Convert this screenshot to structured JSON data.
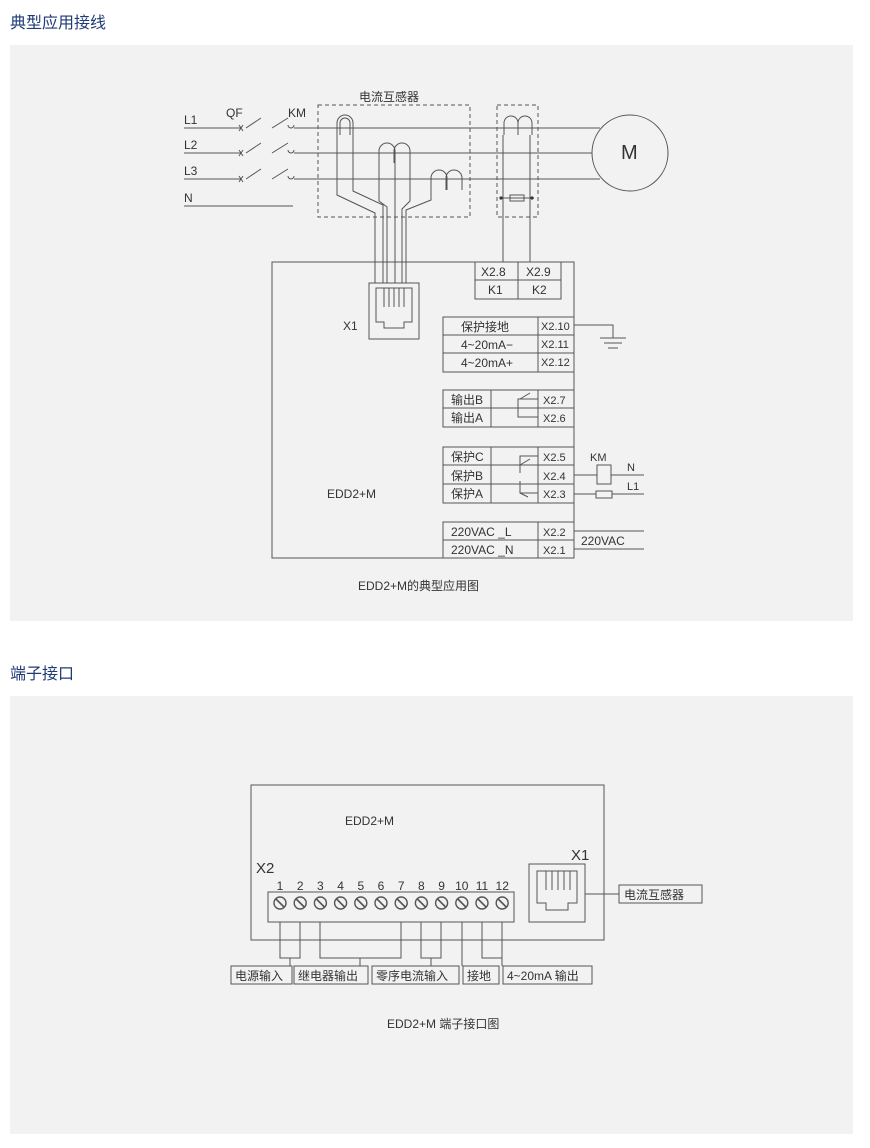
{
  "section1": {
    "heading": "典型应用接线",
    "diagram": {
      "ct_title": "电流互感器",
      "lines": [
        "L1",
        "L2",
        "L3",
        "N"
      ],
      "qf": "QF",
      "km": "KM",
      "motor": "M",
      "x1": "X1",
      "device": "EDD2+M",
      "x28": "X2.8",
      "x29": "X2.9",
      "k1": "K1",
      "k2": "K2",
      "protect_ground": "保护接地",
      "ma_minus": "4~20mA−",
      "ma_plus": "4~20mA+",
      "x210": "X2.10",
      "x211": "X2.11",
      "x212": "X2.12",
      "out_b": "输出B",
      "out_a": "输出A",
      "x27": "X2.7",
      "x26": "X2.6",
      "prot_c": "保护C",
      "prot_b": "保护B",
      "prot_a": "保护A",
      "x25": "X2.5",
      "x24": "X2.4",
      "x23": "X2.3",
      "km_coil": "KM",
      "n_label": "N",
      "l1_label": "L1",
      "vac_l": "220VAC  _L",
      "vac_n": "220VAC  _N",
      "x22": "X2.2",
      "x21": "X2.1",
      "vac_supply": "220VAC",
      "caption": "EDD2+M的典型应用图"
    }
  },
  "section2": {
    "heading": "端子接口",
    "diagram": {
      "device": "EDD2+M",
      "x2": "X2",
      "x1": "X1",
      "terminals": [
        "1",
        "2",
        "3",
        "4",
        "5",
        "6",
        "7",
        "8",
        "9",
        "10",
        "11",
        "12"
      ],
      "ct_label": "电流互感器",
      "power_in": "电源输入",
      "relay_out": "继电器输出",
      "zero_seq": "零序电流输入",
      "ground": "接地",
      "ma_out": "4~20mA  输出",
      "caption": "EDD2+M  端子接口图"
    }
  }
}
